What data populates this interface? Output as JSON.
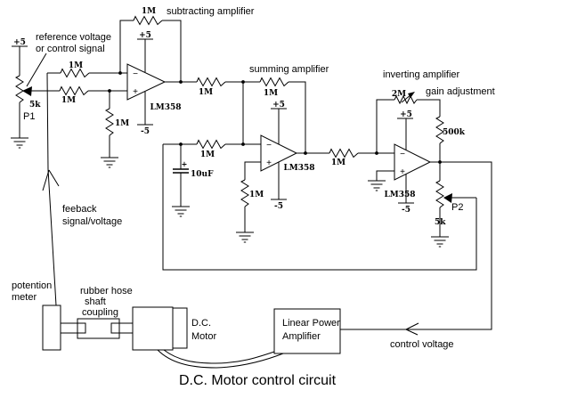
{
  "title": "D.C. Motor control circuit",
  "labels": {
    "reference_line1": "reference voltage",
    "reference_line2": "or control signal",
    "subtracting_amplifier": "subtracting amplifier",
    "summing_amplifier": "summing amplifier",
    "inverting_amplifier": "inverting amplifier",
    "gain_adjustment": "gain adjustment",
    "feedback_line1": "feeback",
    "feedback_line2": "signal/voltage",
    "potentiometer_line1": "potention",
    "potentiometer_line2": "meter",
    "coupling_line1": "rubber hose",
    "coupling_line2": "shaft",
    "coupling_line3": "coupling",
    "dc_motor_line1": "D.C.",
    "dc_motor_line2": "Motor",
    "lpa_line1": "Linear Power",
    "lpa_line2": "Amplifier",
    "control_voltage": "control voltage"
  },
  "values": {
    "r_1m": "1M",
    "r_2m": "2M",
    "r_500k": "500k",
    "pot_value": "5k",
    "cap_value": "10uF",
    "opamp_part": "LM358",
    "v_plus": "+5",
    "v_minus": "-5",
    "p1": "P1",
    "p2": "P2",
    "minus": "−",
    "plus": "+"
  },
  "colors": {
    "ink": "#000000",
    "background": "#ffffff"
  }
}
